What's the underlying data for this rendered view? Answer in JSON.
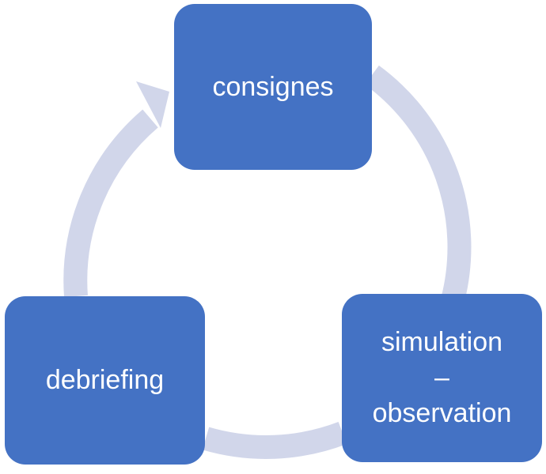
{
  "diagram": {
    "type": "cycle",
    "colors": {
      "node_fill": "#4472C4",
      "node_text": "#FFFFFF",
      "ring": "#D1D6EA"
    },
    "nodes": [
      {
        "id": "consignes",
        "label": "consignes"
      },
      {
        "id": "simulation",
        "label": "simulation\n–\nobservation"
      },
      {
        "id": "debriefing",
        "label": "debriefing"
      }
    ]
  }
}
